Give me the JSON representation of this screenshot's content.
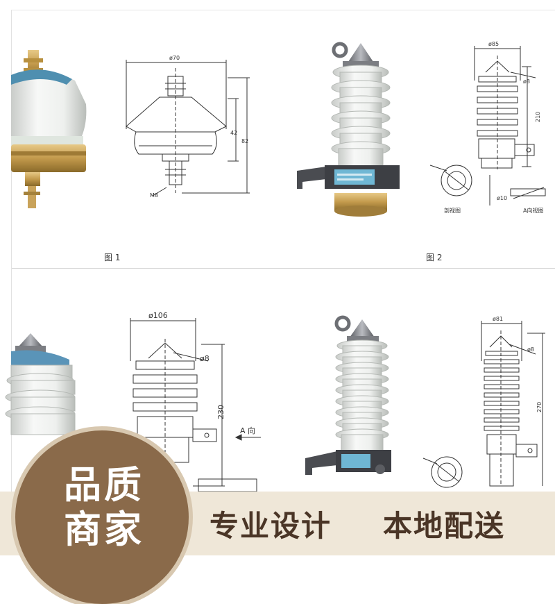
{
  "figures": [
    {
      "caption": "图 1",
      "dimensions": {
        "width": "ø70",
        "height": "42",
        "overall": "82",
        "thread": "M8"
      }
    },
    {
      "caption": "图 2",
      "dimensions": {
        "diameter": "ø85",
        "height": "210",
        "hole": "ø8",
        "bolt": "ø10",
        "note_left": "剖视图",
        "note_right": "A向视图"
      }
    },
    {
      "caption": "",
      "dimensions": {
        "diameter": "ø106",
        "hole": "ø8",
        "height": "230",
        "direction": "A 向"
      }
    },
    {
      "caption": "",
      "dimensions": {
        "diameter": "ø81",
        "hole": "ø8",
        "height": "270"
      }
    }
  ],
  "badge": {
    "line1": "品质",
    "line2": "商家",
    "color": "#8a6a4a"
  },
  "slogans": [
    "专业设计",
    "本地配送"
  ],
  "colors": {
    "banner": "#efe7d8",
    "slogan": "#4a3526",
    "porcelain": "#f2f4f2",
    "brass": "#c9a35a",
    "cap": "#8e9095"
  }
}
